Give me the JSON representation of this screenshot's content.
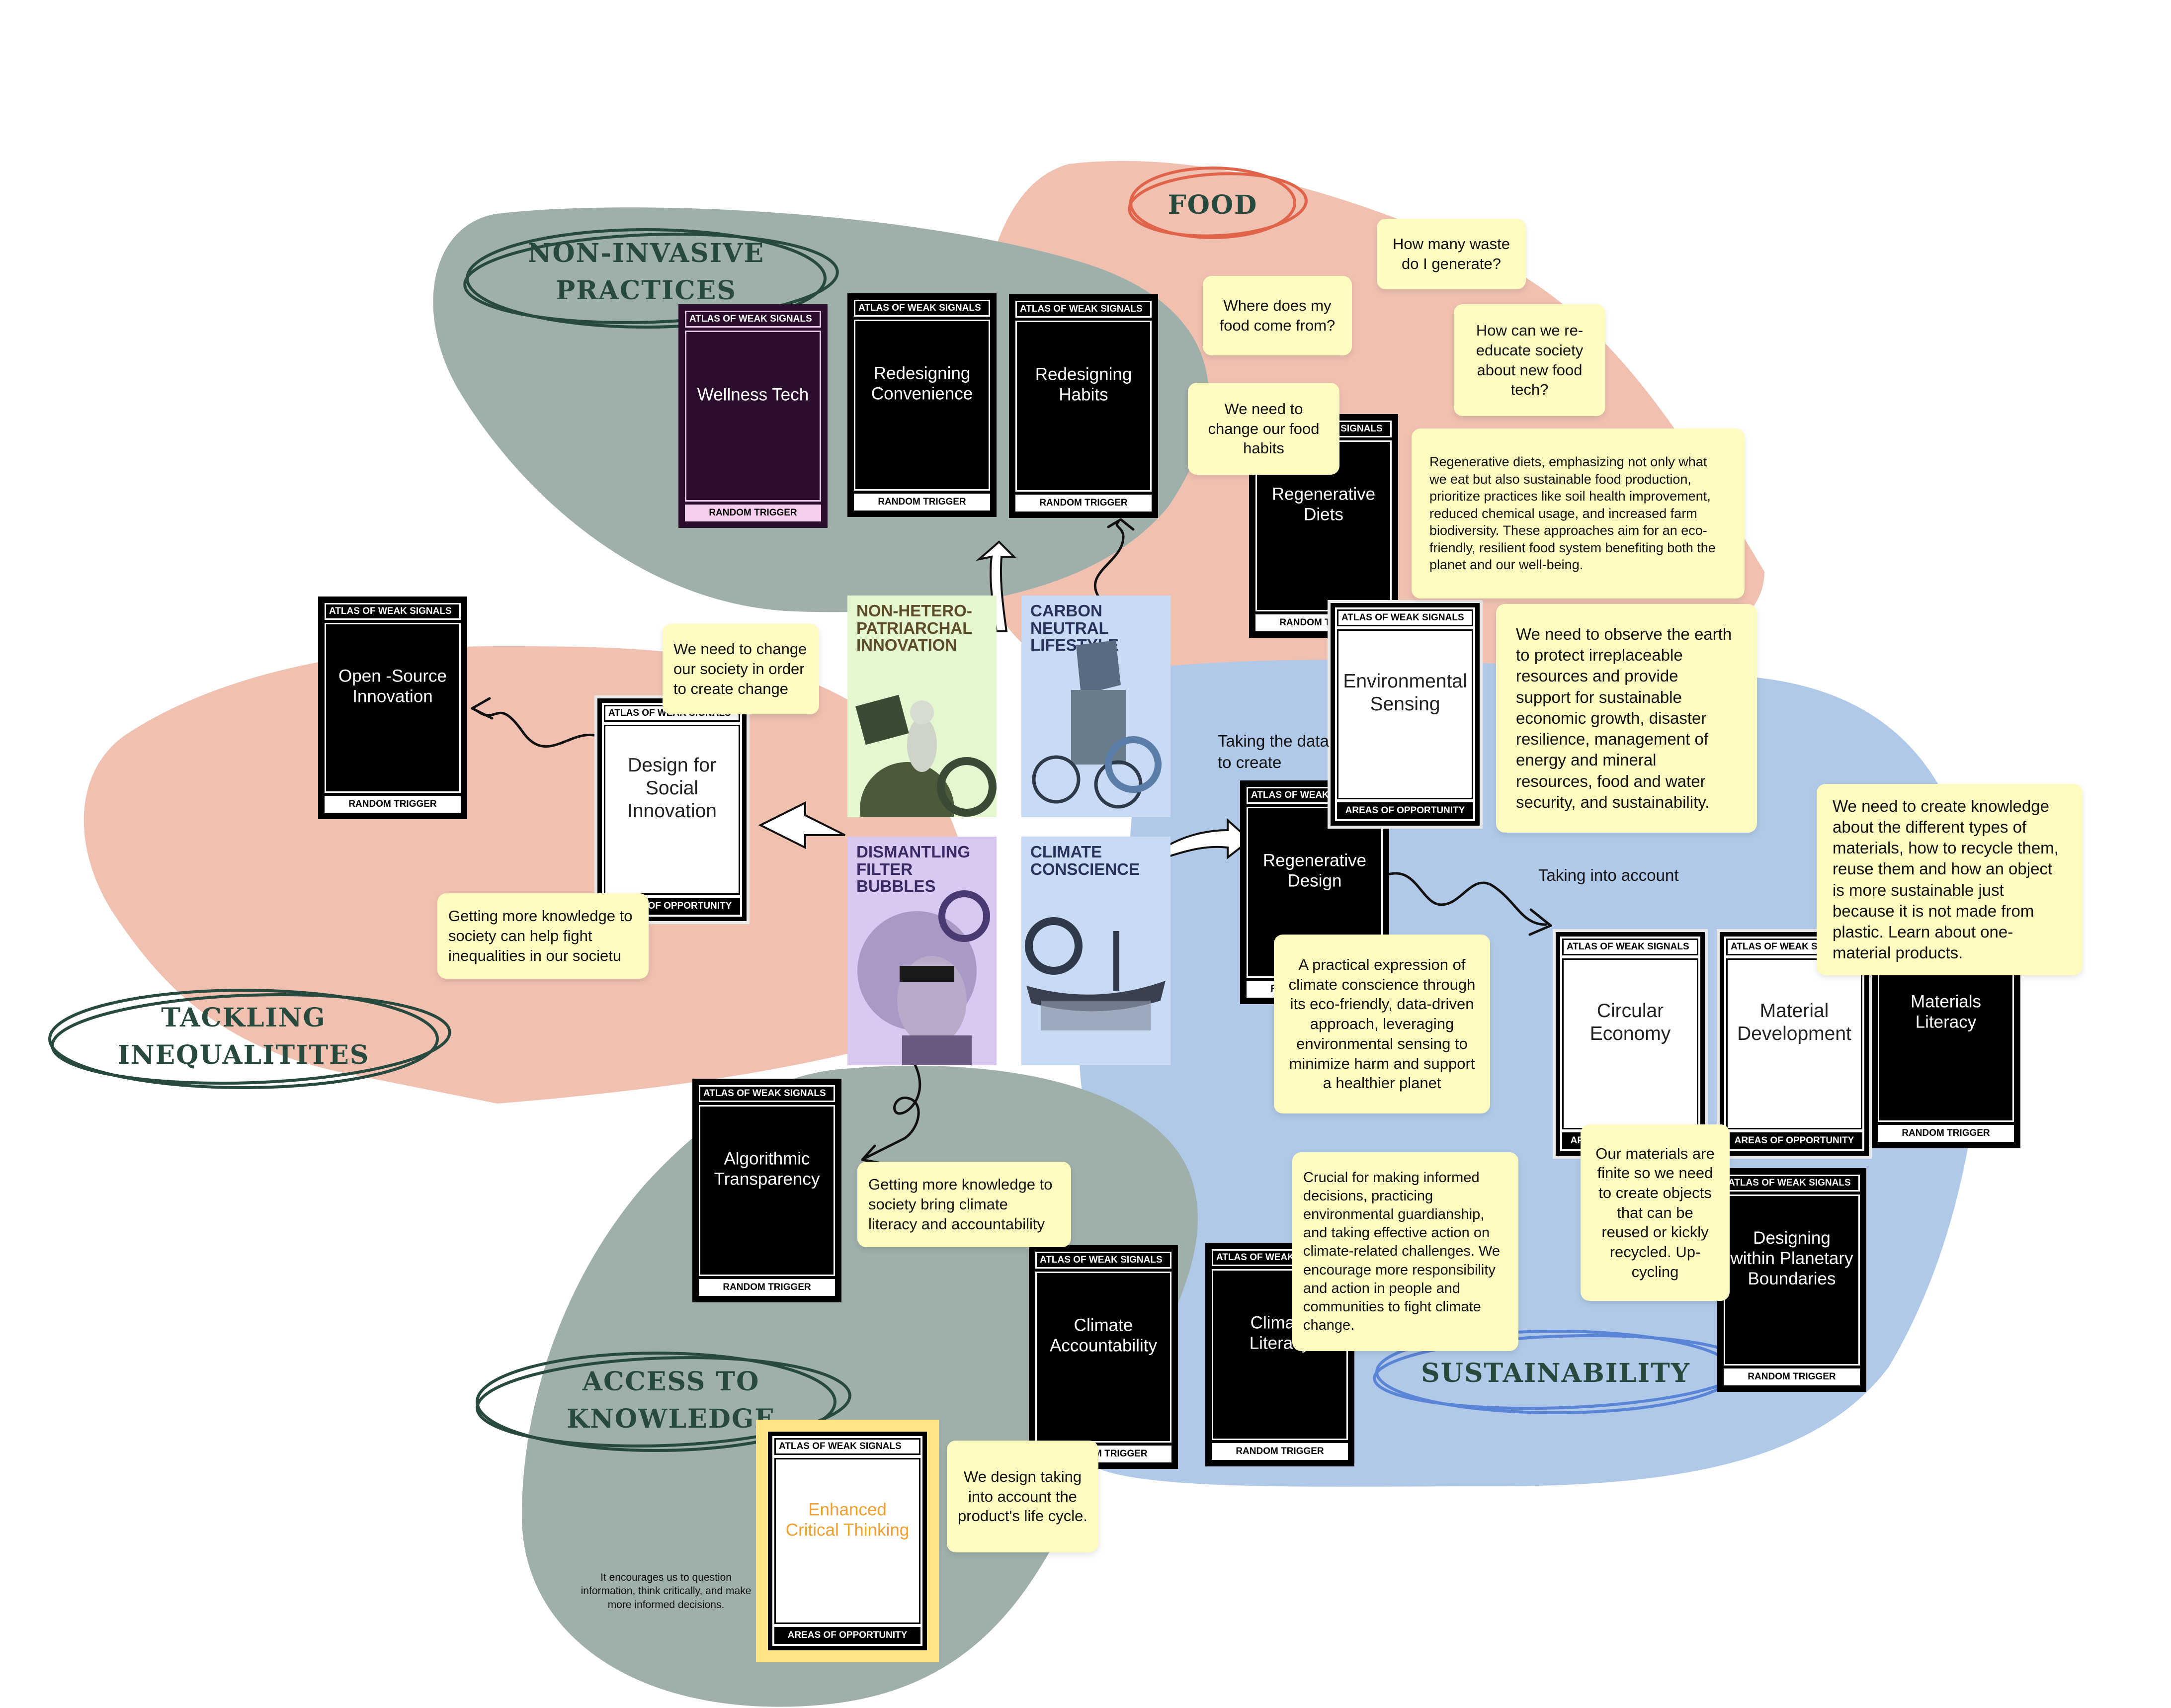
{
  "areas": {
    "food": "FOOD",
    "non_invasive": "NON-INVASIVE\nPRACTICES",
    "tackling": "TACKLING\nINEQUALITITES",
    "access": "ACCESS TO\nKNOWLEDGE",
    "sustainability": "SUSTAINABILITY"
  },
  "card_header": "ATLAS OF WEAK SIGNALS",
  "footers": {
    "random": "RANDOM TRIGGER",
    "opportunity": "AREAS OF OPPORTUNITY"
  },
  "cards": {
    "wellness_tech": "Wellness Tech",
    "redesigning_convenience": "Redesigning Convenience",
    "redesigning_habits": "Redesigning Habits",
    "regenerative_diets": "Regenerative Diets",
    "environmental_sensing": "Environmental Sensing",
    "open_source": "Open -Source Innovation",
    "design_social": "Design for Social Innovation",
    "regenerative_design": "Regenerative Design",
    "circular_economy": "Circular Economy",
    "material_development": "Material Development",
    "materials_literacy": "Materials Literacy",
    "algorithmic_transparency": "Algorithmic Transparency",
    "designing_planetary": "Designing within Planetary Boundaries",
    "climate_accountability": "Climate Accountability",
    "climate_literacy": "Climate Literacy",
    "enhanced_critical": "Enhanced Critical Thinking"
  },
  "posters": {
    "non_hetero": "NON-HETERO-\nPATRIARCHAL\nINNOVATION",
    "carbon": "CARBON\nNEUTRAL\nLIFESTYLE",
    "dismantling": "DISMANTLING\nFILTER BUBBLES",
    "climate": "CLIMATE\nCONSCIENCE"
  },
  "notes": {
    "waste": "How many waste do I generate?",
    "food_origin": "Where does my food come from?",
    "reeducate": "How can we re-educate society about new food tech?",
    "change_food": "We need to change our food habits",
    "regen_text": "Regenerative diets, emphasizing not only what we eat but also sustainable food production, prioritize practices like soil health improvement, reduced chemical usage, and increased farm biodiversity. These approaches aim for an eco-friendly, resilient food system benefiting both the planet and our well-being.",
    "observe_earth": "We need to observe the earth to protect irreplaceable resources and provide support for sustainable economic growth, disaster resilience, management of energy and mineral resources, food and water security, and sustainability.",
    "change_society": "We need to change our society in order to create change",
    "knowledge_inequalities": "Getting more knowledge to society can help fight inequalities in our societu",
    "materials_knowledge": "We need to create knowledge about the different types of materials, how to recycle them, reuse them and how an object is more sustainable just because it is not made from plastic. Learn about one-material products.",
    "practical_expression": "A practical expression of climate conscience through its eco-friendly, data-driven approach, leveraging environmental sensing to minimize harm and support a healthier planet",
    "knowledge_climate": "Getting more knowledge to society bring climate literacy and accountability",
    "crucial": "Crucial for making informed decisions, practicing environmental guardianship, and taking effective action on climate-related challenges. We encourage more responsibility and action in people and communities to fight climate change.",
    "finite": "Our materials are finite so we need to create objects that can be reused or kickly recycled. Up-cycling",
    "life_cycle": "We design taking into account the product's life cycle."
  },
  "plain": {
    "taking_data": "Taking the data to create",
    "taking_account": "Taking into account",
    "encourages": "It encourages us to question information, think critically, and make more informed decisions."
  },
  "colors": {
    "green_area": "#9fb0aa",
    "salmon_area": "#f0c0b0",
    "blue_area": "#b0c9e8",
    "green_text": "#28493d",
    "food_ring": "#e0644a",
    "sustain_ring": "#5a85d6",
    "note": "#fdfbc0"
  }
}
